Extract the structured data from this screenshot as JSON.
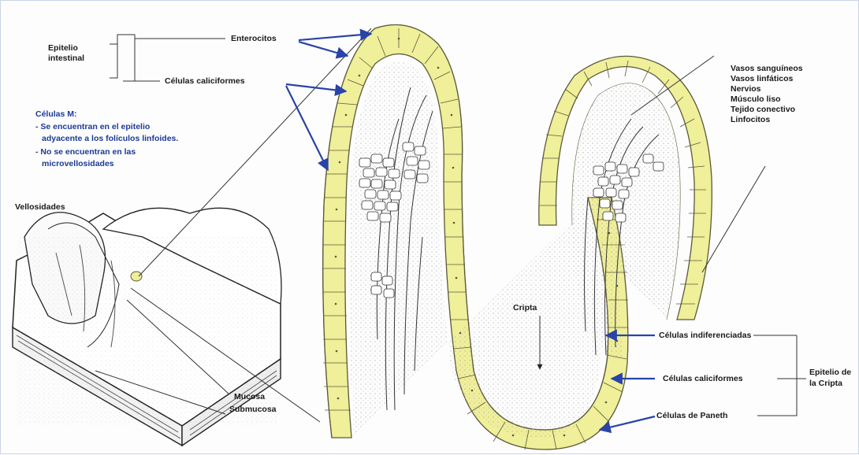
{
  "colors": {
    "cell_fill": "#f0ef9a",
    "cell_stroke": "#5a5a3a",
    "arrow": "#2a43a8",
    "ink": "#222222",
    "stipple": "#9a9a9a"
  },
  "labels": {
    "epitelio_intestinal": "Epitelio intestinal",
    "enterocitos": "Enterocitos",
    "celulas_caliciformes_top": "Células caliciformes",
    "celulas_m_title": "Células M:",
    "celulas_m_line1": "- Se encuentran en el epitelio",
    "celulas_m_line2": "adyacente a los folículos linfoides.",
    "celulas_m_line3": "- No se encuentran en las",
    "celulas_m_line4": "microvellosidades",
    "vellosidades": "Vellosidades",
    "mucosa": "Mucosa",
    "submucosa": "Submucosa",
    "cripta": "Cripta",
    "celulas_indiferenciadas": "Células indiferenciadas",
    "celulas_caliciformes_bottom": "Células caliciformes",
    "celulas_paneth": "Células de Paneth",
    "epitelio_cripta_line1": "Epitelio de",
    "epitelio_cripta_line2": "la Cripta",
    "core_contents": [
      "Vasos sanguíneos",
      "Vasos linfáticos",
      "Nervios",
      "Músculo liso",
      "Tejido conectivo",
      "Linfocitos"
    ]
  }
}
